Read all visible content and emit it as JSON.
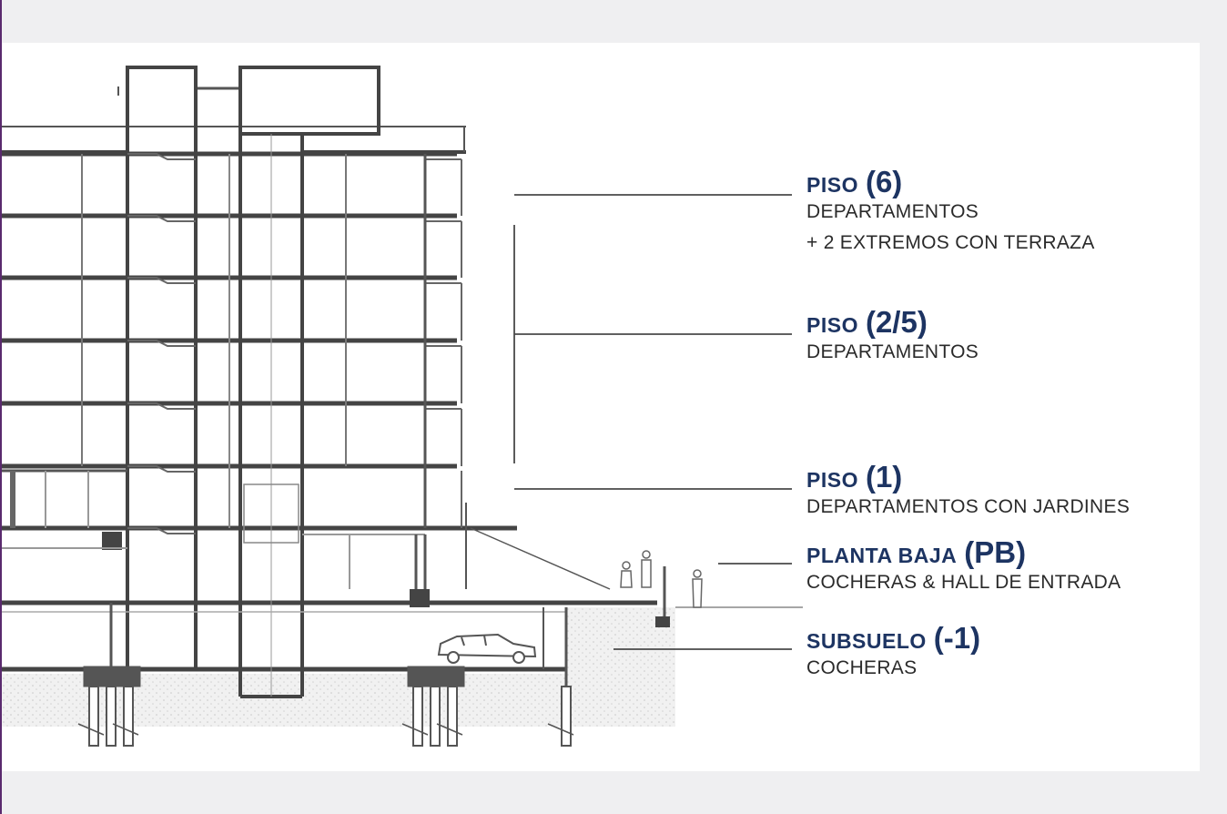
{
  "levels": [
    {
      "word": "PISO",
      "code": "(6)",
      "lines": [
        "DEPARTAMENTOS",
        "+ 2 EXTREMOS CON TERRAZA"
      ]
    },
    {
      "word": "PISO",
      "code": "(2/5)",
      "lines": [
        "DEPARTAMENTOS"
      ]
    },
    {
      "word": "PISO",
      "code": "(1)",
      "lines": [
        "DEPARTAMENTOS CON JARDINES"
      ]
    },
    {
      "word": "PLANTA BAJA",
      "code": "(PB)",
      "lines": [
        "COCHERAS & HALL DE ENTRADA"
      ]
    },
    {
      "word": "SUBSUELO",
      "code": "(-1)",
      "lines": [
        "COCHERAS"
      ]
    }
  ],
  "colors": {
    "title": "#1d3462",
    "text": "#2a2a2a",
    "line": "#4a4a4a",
    "background": "#efeff1",
    "card": "#ffffff"
  }
}
